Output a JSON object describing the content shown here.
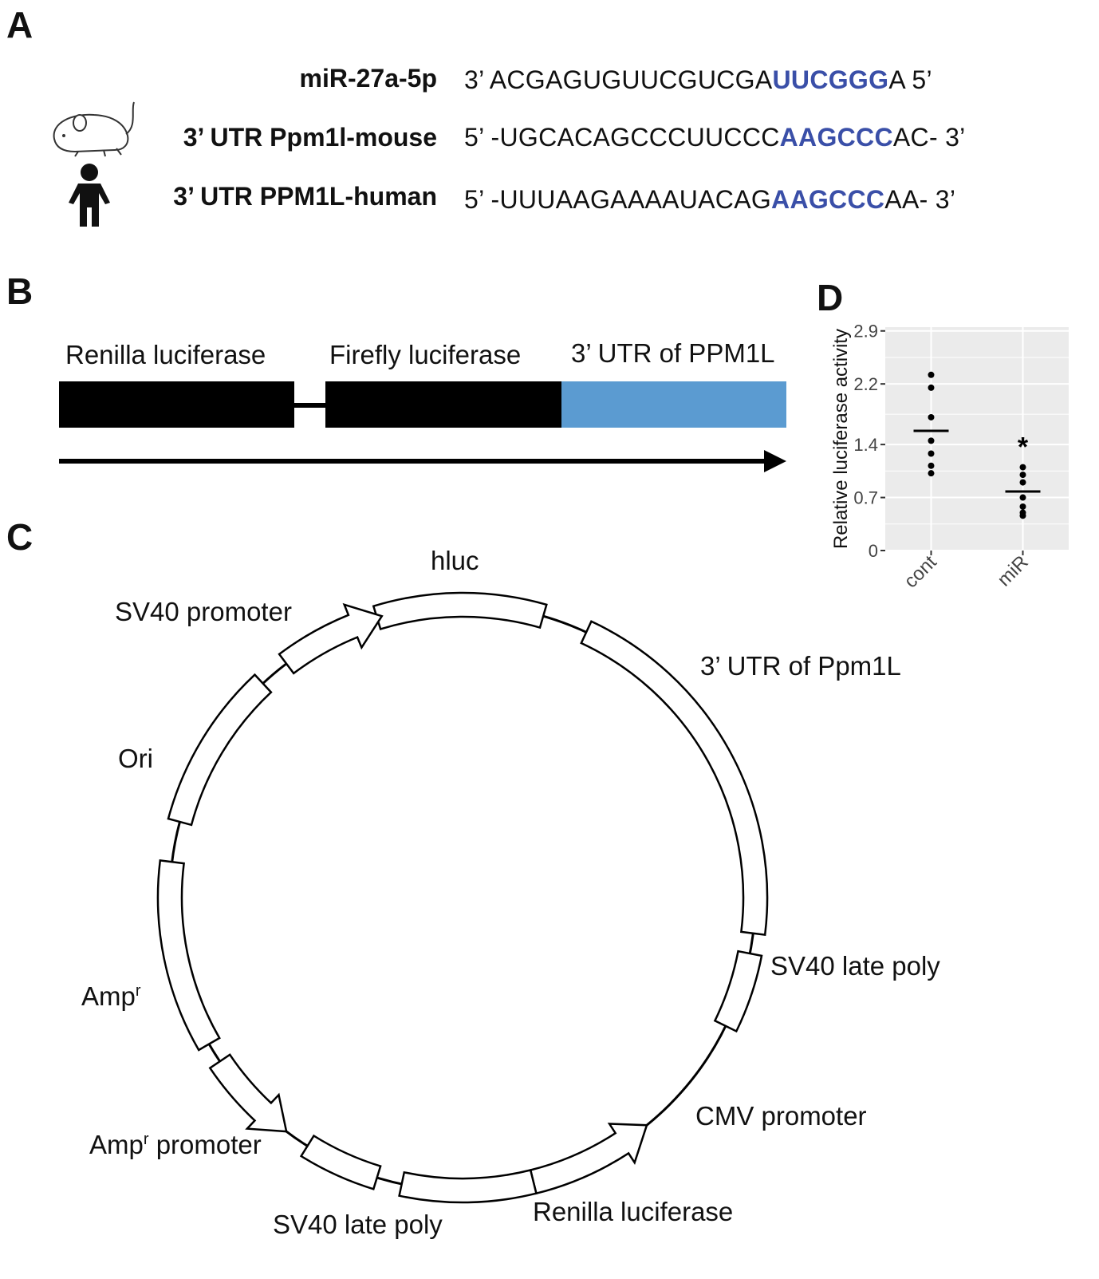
{
  "panels": {
    "a": "A",
    "b": "B",
    "c": "C",
    "d": "D"
  },
  "panel_a": {
    "rows": [
      {
        "name": "miR-27a-5p",
        "pre": "3’  ACGAGUGUUCGUCGA",
        "seed": "UUCGGG",
        "post": "A    5’",
        "icon": ""
      },
      {
        "name": "3’ UTR Ppm1l-mouse",
        "pre": "5’ -UGCACAGCCCUUCCC",
        "seed": "AAGCCC",
        "post": "AC- 3’",
        "icon": "mouse-icon"
      },
      {
        "name": "3’ UTR PPM1L-human",
        "pre": "5’  -UUUAAGAAAAUACAG",
        "seed": "AAGCCC",
        "post": "AA- 3’",
        "icon": "human-icon"
      }
    ],
    "seed_color": "#3a4fa8"
  },
  "panel_b": {
    "labels": [
      "Renilla luciferase",
      "Firefly luciferase",
      "3’ UTR of PPM1L"
    ],
    "colors": {
      "renilla": "#000000",
      "firefly": "#000000",
      "utr": "#5b9bd1"
    }
  },
  "panel_c": {
    "labels": {
      "hluc": "hluc",
      "sv40_promoter": "SV40 promoter",
      "utr": "3’ UTR of Ppm1L",
      "ori": "Ori",
      "sv40_late_poly_right": "SV40 late poly",
      "amp": "Amp",
      "amp_sup": "r",
      "cmv": "CMV promoter",
      "amp_promoter_pre": "Amp",
      "amp_promoter_sup": "r",
      "amp_promoter_post": " promoter",
      "renilla": "Renilla luciferase",
      "sv40_late_poly_bottom": "SV40 late poly"
    }
  },
  "chart_data": {
    "type": "scatter",
    "title": "",
    "xlabel": "",
    "ylabel": "Relative luciferase activity",
    "categories": [
      "cont",
      "miR"
    ],
    "yticks": [
      "0",
      "0.7",
      "1.4",
      "2.2",
      "2.9"
    ],
    "ylim": [
      0,
      2.95
    ],
    "series": [
      {
        "category": "cont",
        "points": [
          2.32,
          2.15,
          1.76,
          1.45,
          1.28,
          1.12,
          1.02
        ],
        "mean": 1.58
      },
      {
        "category": "miR",
        "points": [
          1.1,
          1.0,
          0.9,
          0.7,
          0.58,
          0.5,
          0.46
        ],
        "mean": 0.78
      }
    ],
    "annotations": [
      {
        "category": "miR",
        "text": "*"
      }
    ],
    "panel_background": "#ebebeb",
    "grid": true
  }
}
